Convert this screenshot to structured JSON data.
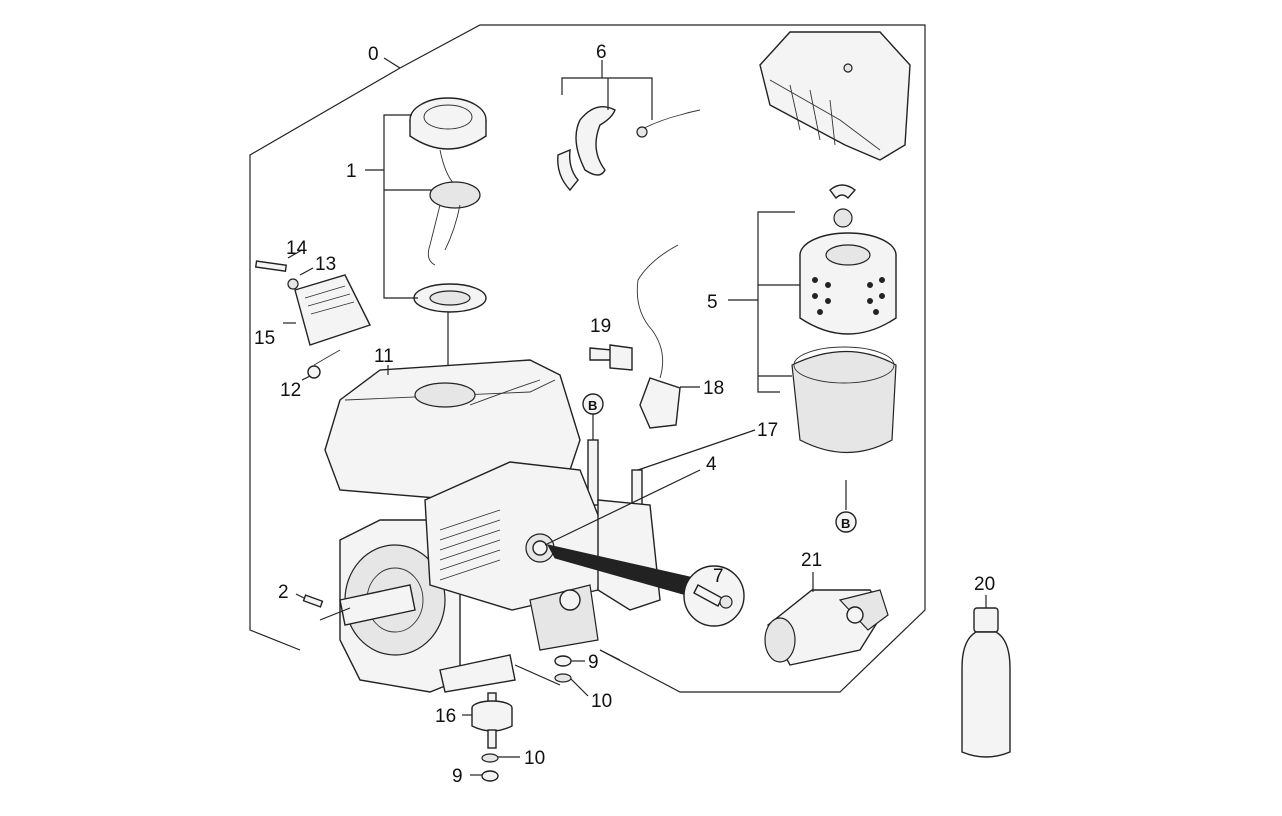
{
  "labels": {
    "l0": "0",
    "l1": "1",
    "l2": "2",
    "l4": "4",
    "l5": "5",
    "l6": "6",
    "l7": "7",
    "l9a": "9",
    "l9b": "9",
    "l10a": "10",
    "l10b": "10",
    "l11": "11",
    "l12": "12",
    "l13": "13",
    "l14": "14",
    "l15": "15",
    "l16": "16",
    "l17": "17",
    "l18": "18",
    "l19": "19",
    "l20": "20",
    "l21": "21",
    "ref_b_top": "B",
    "ref_b_bottom": "B"
  }
}
